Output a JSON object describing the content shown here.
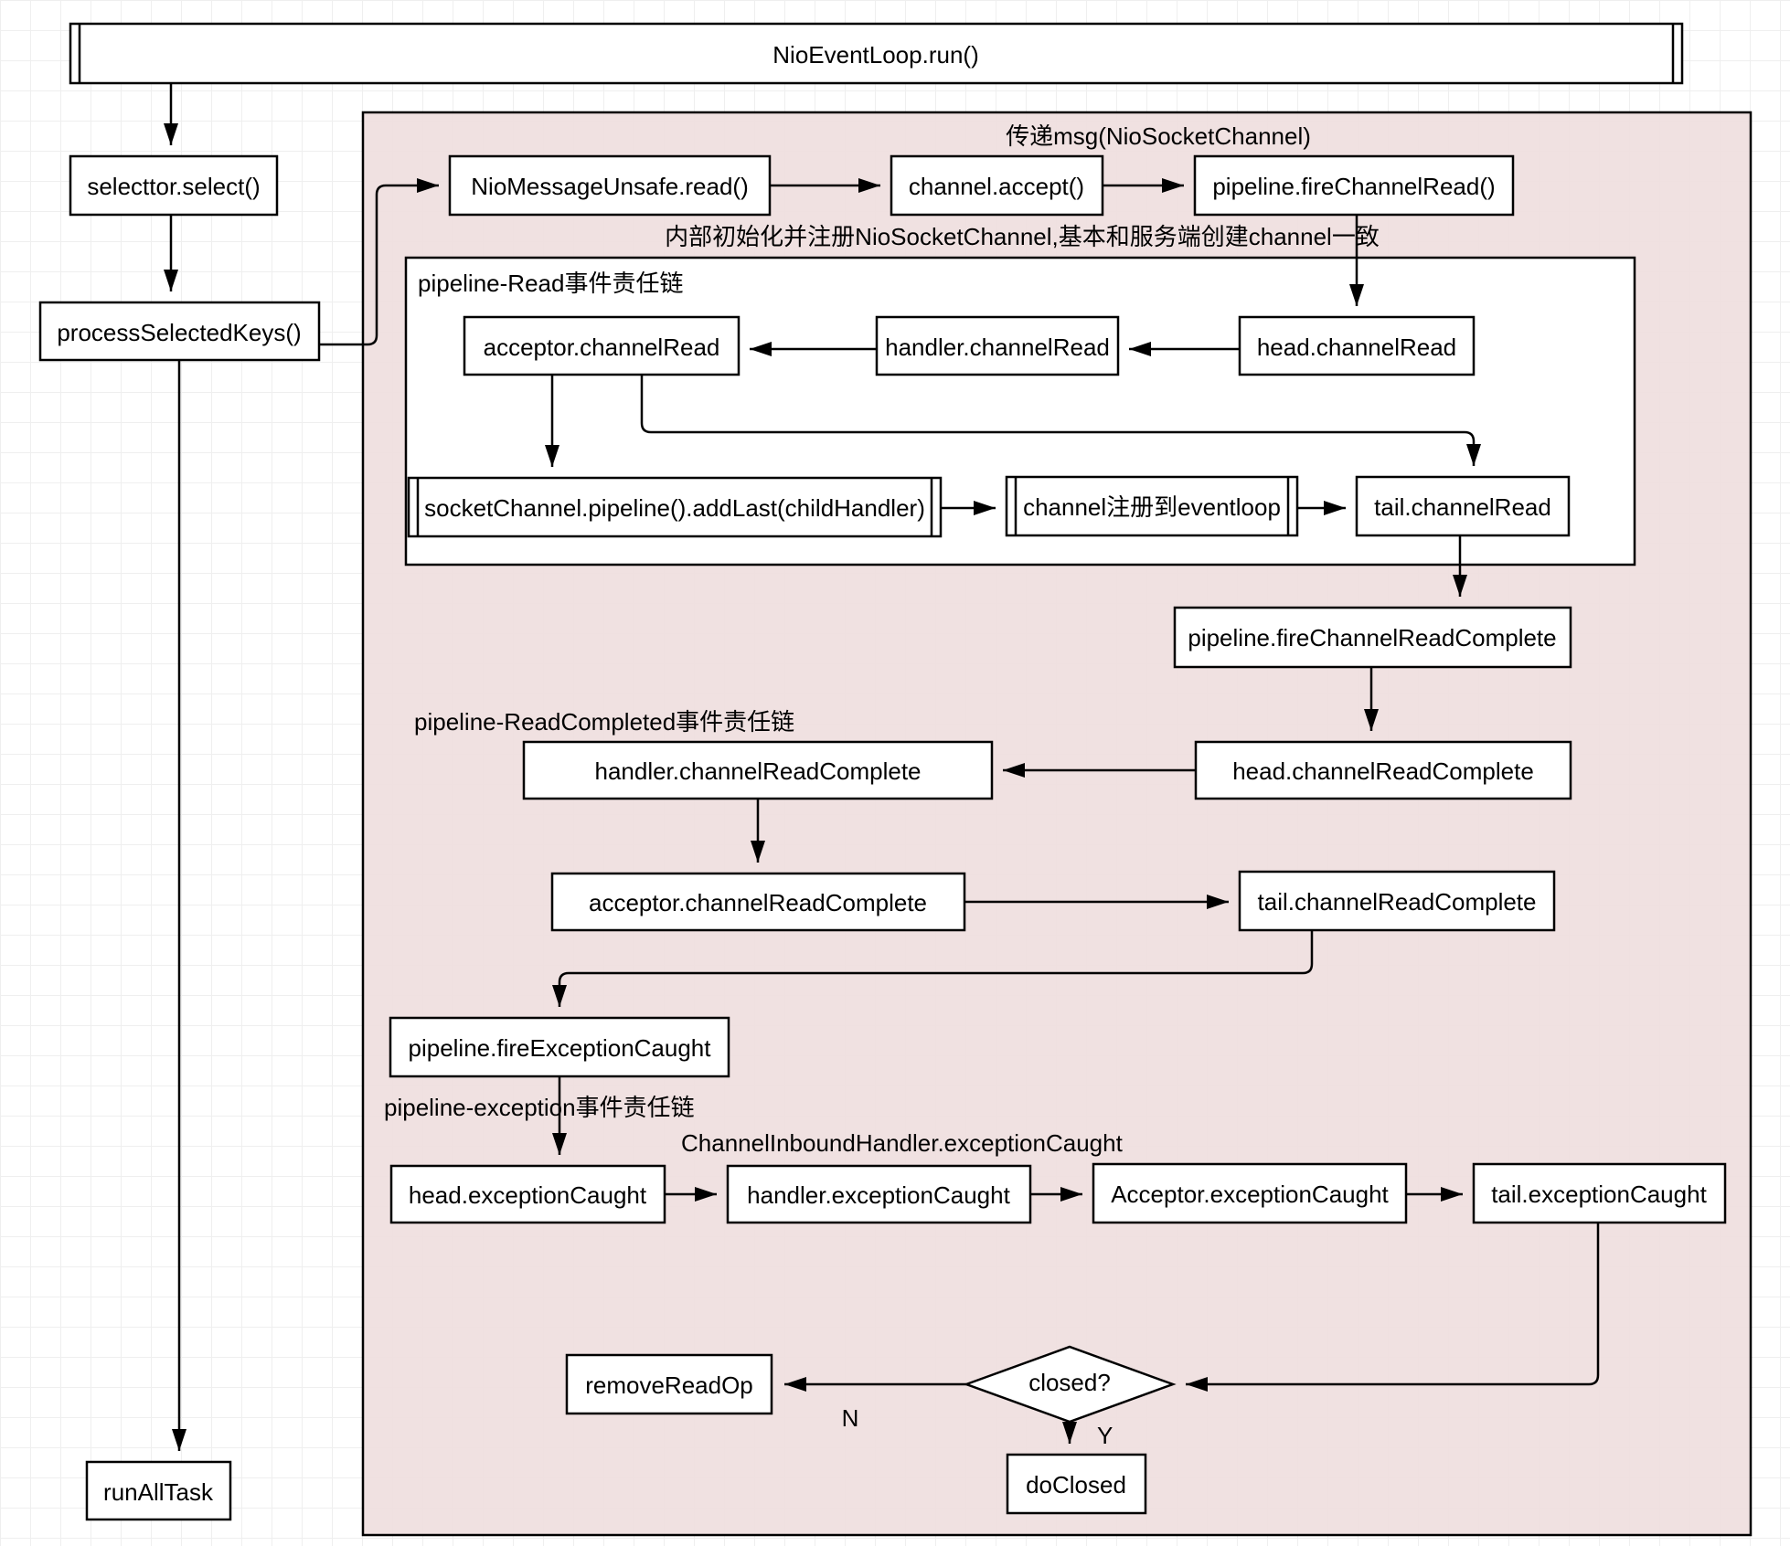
{
  "diagram": {
    "type": "flowchart",
    "colors": {
      "canvas_background": "#ffffff",
      "grid_line": "#efefef",
      "container_fill": "#efdfdf",
      "inner_container_fill": "#ffffff",
      "node_fill": "#ffffff",
      "stroke": "#000000"
    },
    "nodes": {
      "title": {
        "label": "NioEventLoop.run()"
      },
      "selector": {
        "label": "selecttor.select()"
      },
      "processKeys": {
        "label": "processSelectedKeys()"
      },
      "runAllTask": {
        "label": "runAllTask"
      },
      "nioRead": {
        "label": "NioMessageUnsafe.read()"
      },
      "accept": {
        "label": "channel.accept()"
      },
      "fireRead": {
        "label": "pipeline.fireChannelRead()"
      },
      "accRead": {
        "label": "acceptor.channelRead"
      },
      "hanRead": {
        "label": "handler.channelRead"
      },
      "headRead": {
        "label": "head.channelRead"
      },
      "addLast": {
        "label": "socketChannel.pipeline().addLast(childHandler)"
      },
      "regLoop": {
        "label": "channel注册到eventloop"
      },
      "tailRead": {
        "label": "tail.channelRead"
      },
      "fireReadComplete": {
        "label": "pipeline.fireChannelReadComplete"
      },
      "headRC": {
        "label": "head.channelReadComplete"
      },
      "handlerRC": {
        "label": "handler.channelReadComplete"
      },
      "acceptorRC": {
        "label": "acceptor.channelReadComplete"
      },
      "tailRC": {
        "label": "tail.channelReadComplete"
      },
      "fireEx": {
        "label": "pipeline.fireExceptionCaught"
      },
      "headEx": {
        "label": "head.exceptionCaught"
      },
      "handlerEx": {
        "label": "handler.exceptionCaught"
      },
      "acceptorEx": {
        "label": "Acceptor.exceptionCaught"
      },
      "tailEx": {
        "label": "tail.exceptionCaught"
      },
      "closedDecision": {
        "label": "closed?"
      },
      "removeReadOp": {
        "label": "removeReadOp"
      },
      "doClosed": {
        "label": "doClosed"
      }
    },
    "labels": {
      "passMsg": "传递msg(NioSocketChannel)",
      "initNote": "内部初始化并注册NioSocketChannel,基本和服务端创建channel一致",
      "readChain": "pipeline-Read事件责任链",
      "readCompletedChain": "pipeline-ReadCompleted事件责任链",
      "exceptionChain": "pipeline-exception事件责任链",
      "inboundHandler": "ChannelInboundHandler.exceptionCaught",
      "no": "N",
      "yes": "Y"
    }
  }
}
